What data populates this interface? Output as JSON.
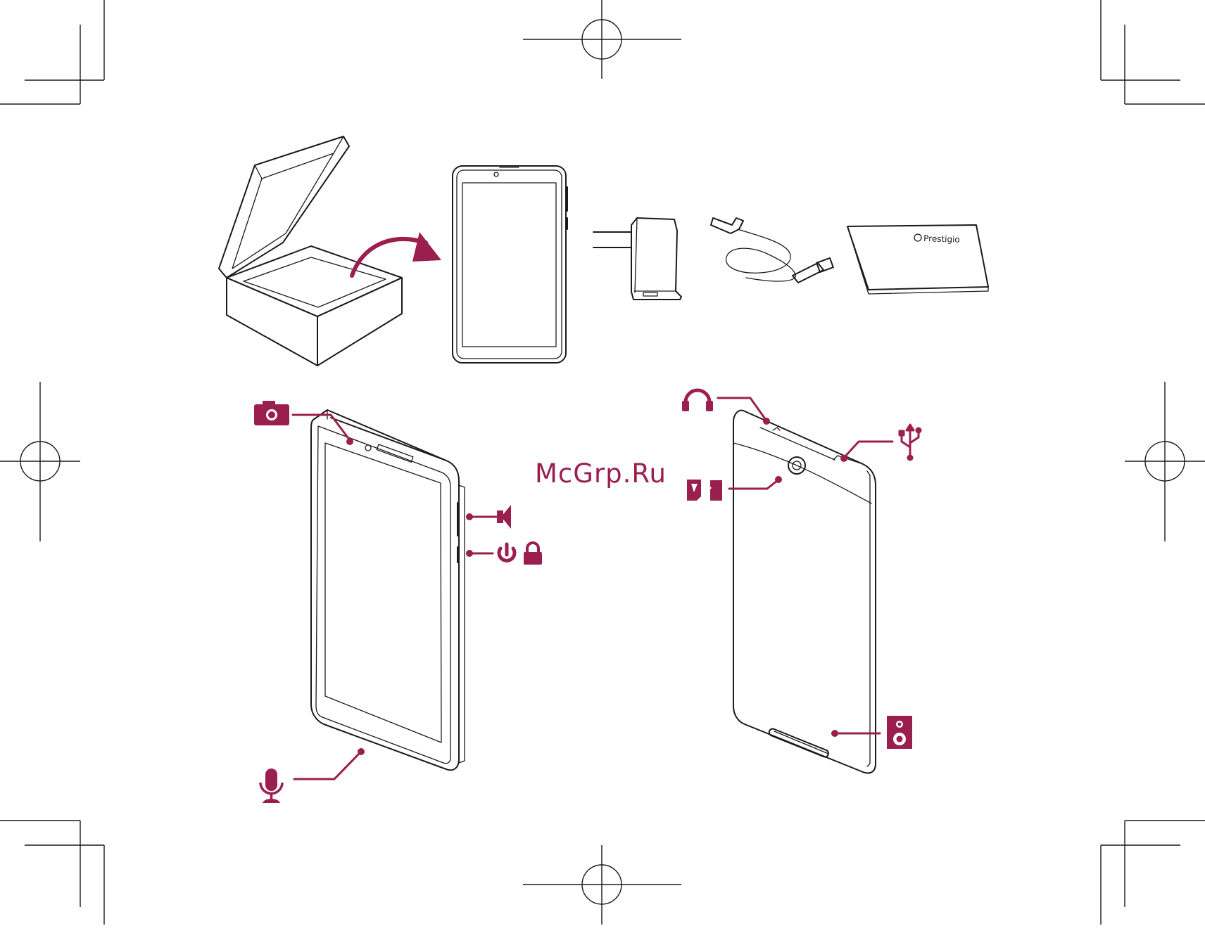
{
  "watermark": {
    "text": "McGrp.Ru"
  },
  "brand_logo": {
    "text": "Prestigio"
  },
  "colors": {
    "accent": "#9b1f4e",
    "ink": "#1a1a1a",
    "background": "#ffffff"
  },
  "package_contents": [
    {
      "name": "box",
      "icon": "open-box-illustration"
    },
    {
      "name": "tablet",
      "icon": "tablet-front-illustration"
    },
    {
      "name": "charger",
      "icon": "wall-charger-illustration"
    },
    {
      "name": "usb-cable",
      "icon": "usb-cable-illustration"
    },
    {
      "name": "quick-guide",
      "icon": "booklet-illustration"
    }
  ],
  "front_callouts": [
    {
      "name": "front-camera",
      "icon": "camera-icon"
    },
    {
      "name": "volume-keys",
      "icon": "speaker-volume-icon"
    },
    {
      "name": "power-lock-key",
      "icon": "power-lock-icon"
    },
    {
      "name": "microphone",
      "icon": "microphone-icon"
    }
  ],
  "back_callouts": [
    {
      "name": "headphone-jack",
      "icon": "headphones-icon"
    },
    {
      "name": "usb-port",
      "icon": "usb-icon"
    },
    {
      "name": "sim-sd-slot",
      "icon": "sim-sd-card-icon"
    },
    {
      "name": "loudspeaker",
      "icon": "loudspeaker-icon"
    }
  ]
}
